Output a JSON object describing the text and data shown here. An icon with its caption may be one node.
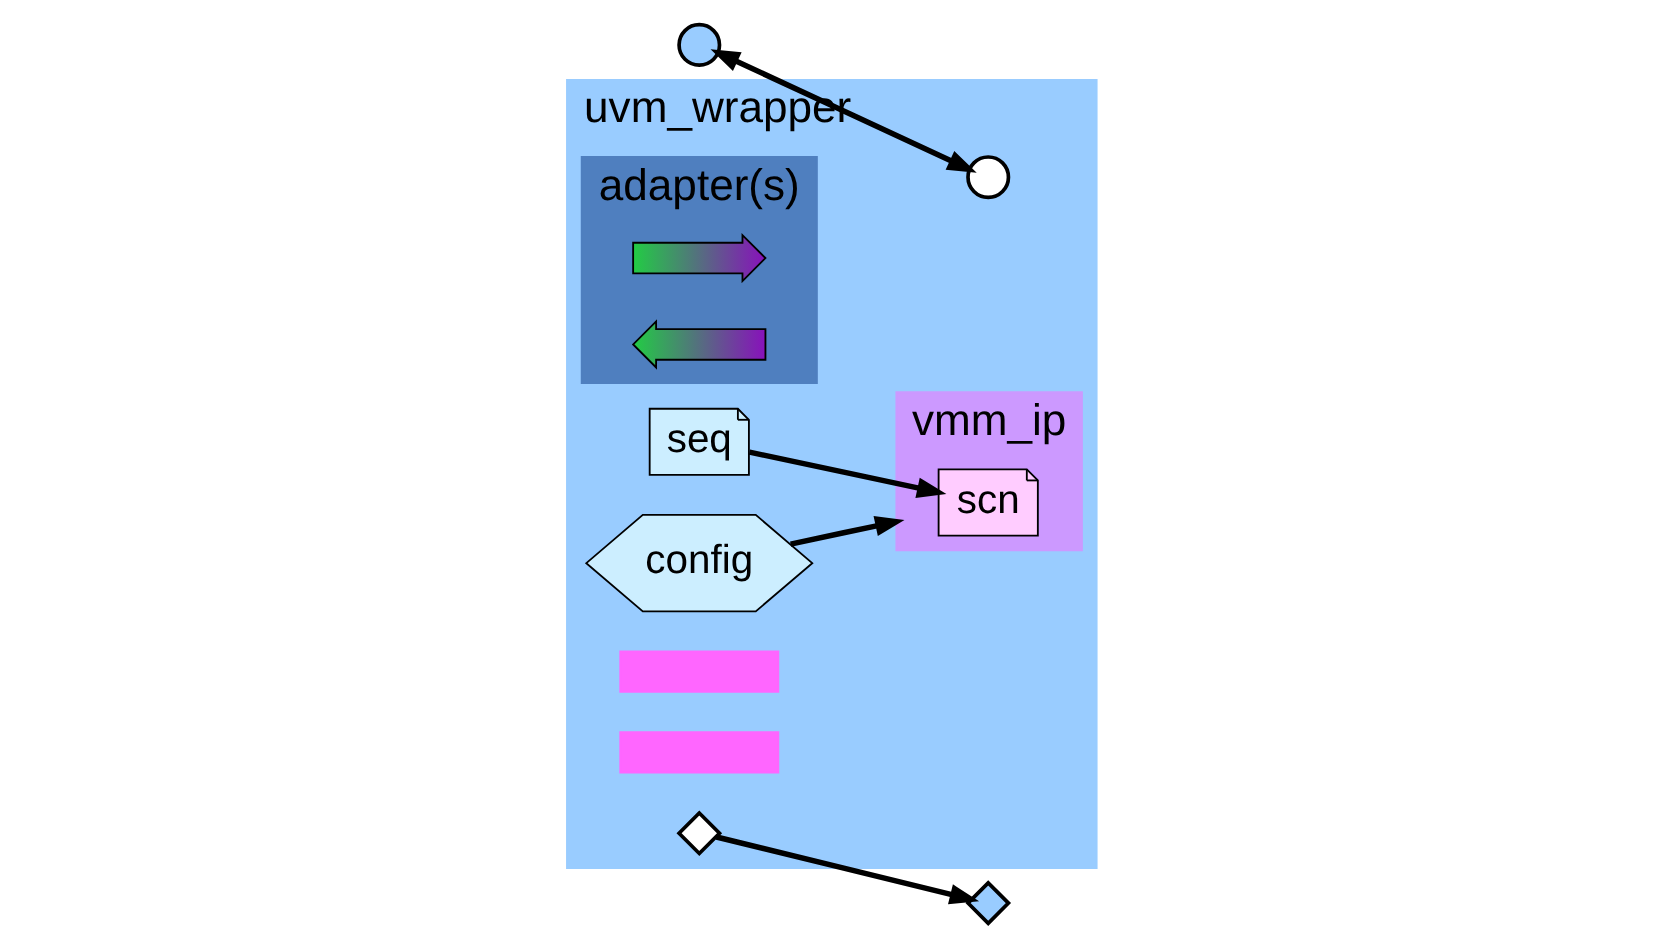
{
  "diagram": {
    "nodes": [
      {
        "text": [
          "uvm_wrapper"
        ]
      },
      {
        "text": [
          "seq"
        ],
        "in": 0
      },
      {
        "text": [
          "config"
        ],
        "in": 0
      },
      {
        "text": [
          "adapter(s)"
        ],
        "in": 0
      },
      {
        "text": [
          "vmm_ip"
        ],
        "in": 0
      },
      {
        "text": [
          "scn"
        ],
        "in": 4
      },
      {
        "text": [],
        "shape": "pentagon",
        "in": 3
      },
      {
        "text": [],
        "shape": "pentagon",
        "in": 3
      },
      {
        "text": [],
        "shape": "bar",
        "in": 0
      },
      {
        "text": [],
        "shape": "bar",
        "in": 0
      },
      {
        "text": [],
        "shape": "circle"
      },
      {
        "text": [],
        "shape": "circle",
        "in": 0
      },
      {
        "text": [],
        "shape": "diamond"
      },
      {
        "text": [],
        "shape": "diamond",
        "in": 0
      }
    ],
    "edges": [
      {
        "from": 2,
        "to": 4,
        "arrow": "to"
      },
      {
        "from": 1,
        "to": 5,
        "arrow": "to"
      },
      {
        "from": 10,
        "to": 11,
        "arrow": "both"
      },
      {
        "from": 13,
        "to": 12,
        "arrow": "to"
      }
    ]
  }
}
